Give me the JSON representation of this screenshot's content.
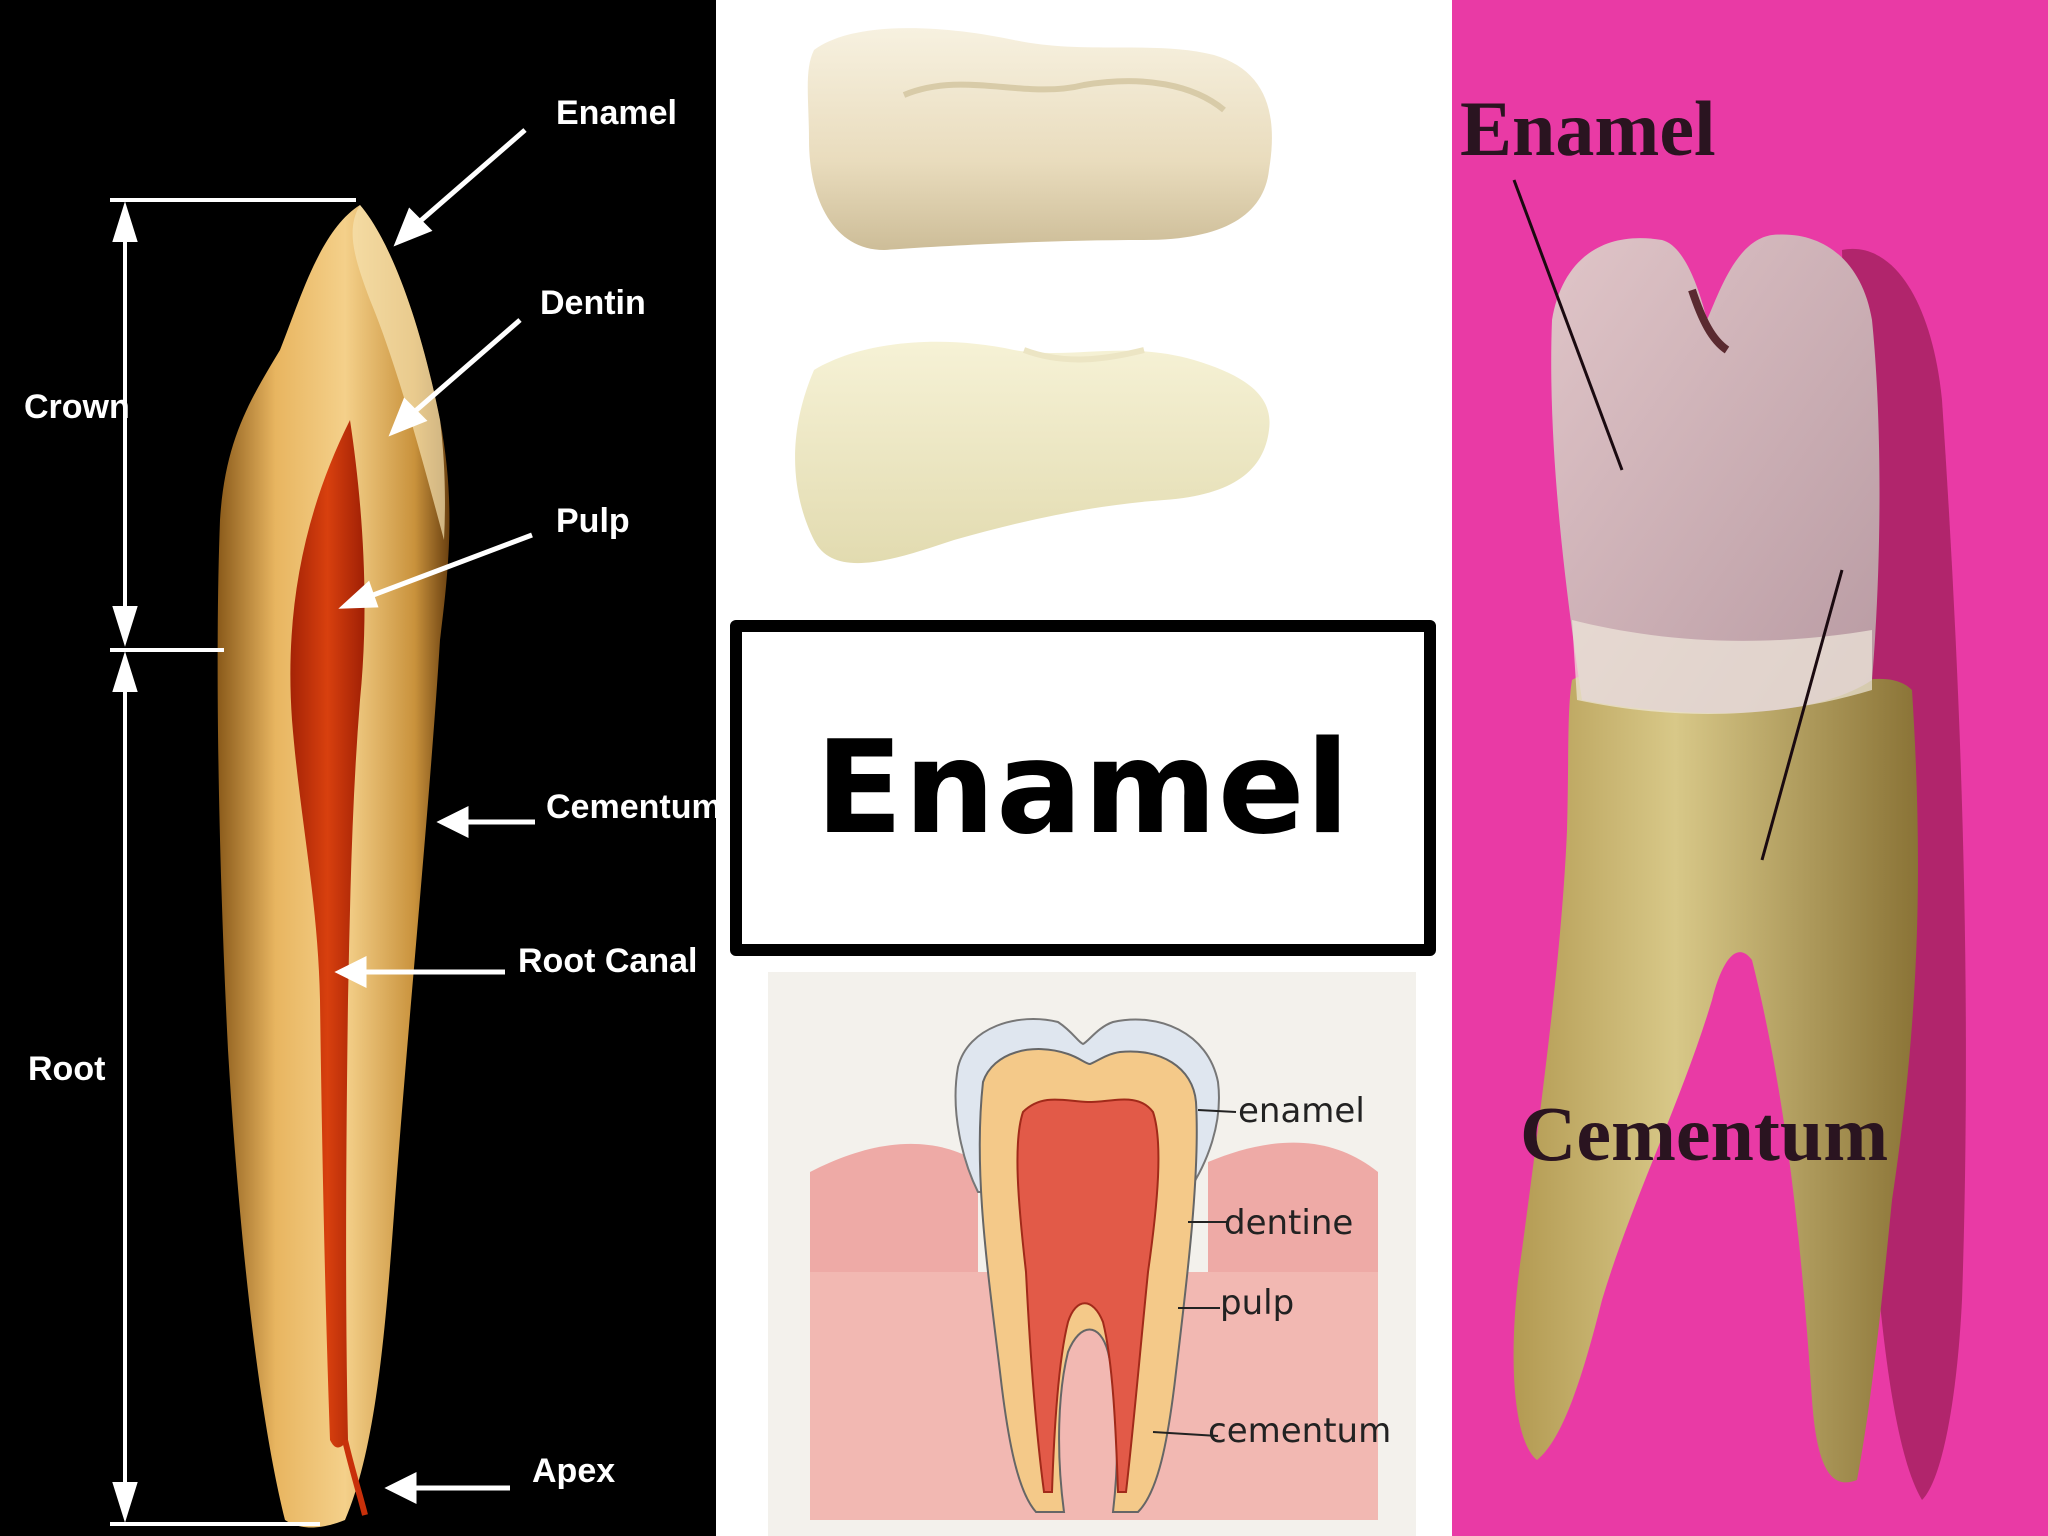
{
  "title": "Enamel",
  "left_diagram": {
    "labels": {
      "enamel": "Enamel",
      "dentin": "Dentin",
      "pulp": "Pulp",
      "cementum": "Cementum",
      "root_canal": "Root Canal",
      "apex": "Apex",
      "crown": "Crown",
      "root": "Root"
    }
  },
  "right_photo": {
    "labels": {
      "enamel": "Enamel",
      "cementum": "Cementum"
    }
  },
  "bottom_diagram": {
    "labels": {
      "enamel": "enamel",
      "dentine": "dentine",
      "pulp": "pulp",
      "cementum": "cementum"
    }
  },
  "colors": {
    "left_background": "#000000",
    "right_background": "#e93aa5",
    "pulp_red": "#c8300a",
    "tooth_yellow": "#d9a54a",
    "gum_pink": "#eeaaa6"
  }
}
